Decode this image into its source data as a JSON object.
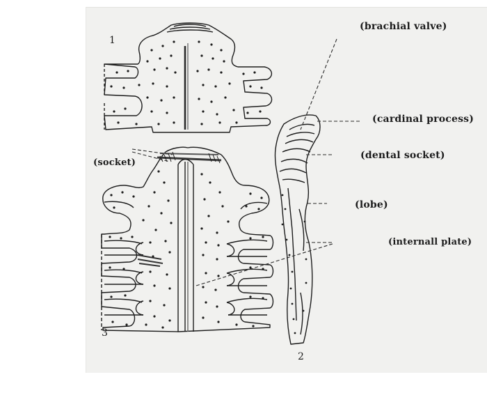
{
  "figure": {
    "labels": {
      "brachial_valve": "(brachial valve)",
      "cardinal_process": "(cardinal process)",
      "dental_socket": "(dental socket)",
      "lobe": "(lobe)",
      "internal_plate": "(internall plate)",
      "socket": "(socket)"
    },
    "numbers": {
      "fig1": "1",
      "fig2": "2",
      "fig3": "3"
    }
  },
  "colors": {
    "paper": "#f1f1ef",
    "ink": "#1c1c1c",
    "background": "#ffffff"
  }
}
